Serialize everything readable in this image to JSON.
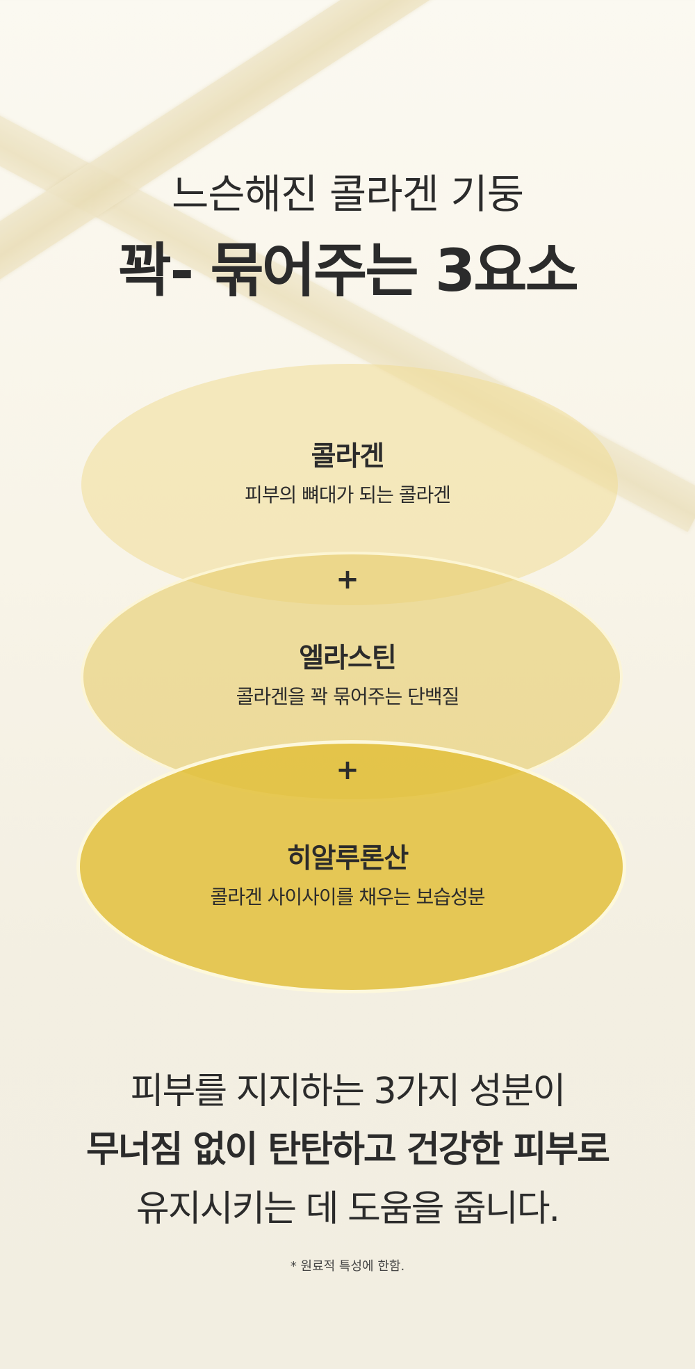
{
  "header": {
    "line1": "느슨해진 콜라겐 기둥",
    "line2": "꽉- 묶어주는 3요소"
  },
  "items": [
    {
      "title": "콜라겐",
      "desc": "피부의 뼈대가 되는 콜라겐"
    },
    {
      "title": "엘라스틴",
      "desc": "콜라겐을 꽉 묶어주는 단백질"
    },
    {
      "title": "히알루론산",
      "desc": "콜라겐 사이사이를 채우는 보습성분"
    }
  ],
  "plus": "+",
  "summary": {
    "line1": "피부를 지지하는 3가지 성분이",
    "line2": "무너짐 없이 탄탄하고 건강한 피부로",
    "line3": "유지시키는 데 도움을 줍니다."
  },
  "footnote": "* 원료적 특성에 한함."
}
